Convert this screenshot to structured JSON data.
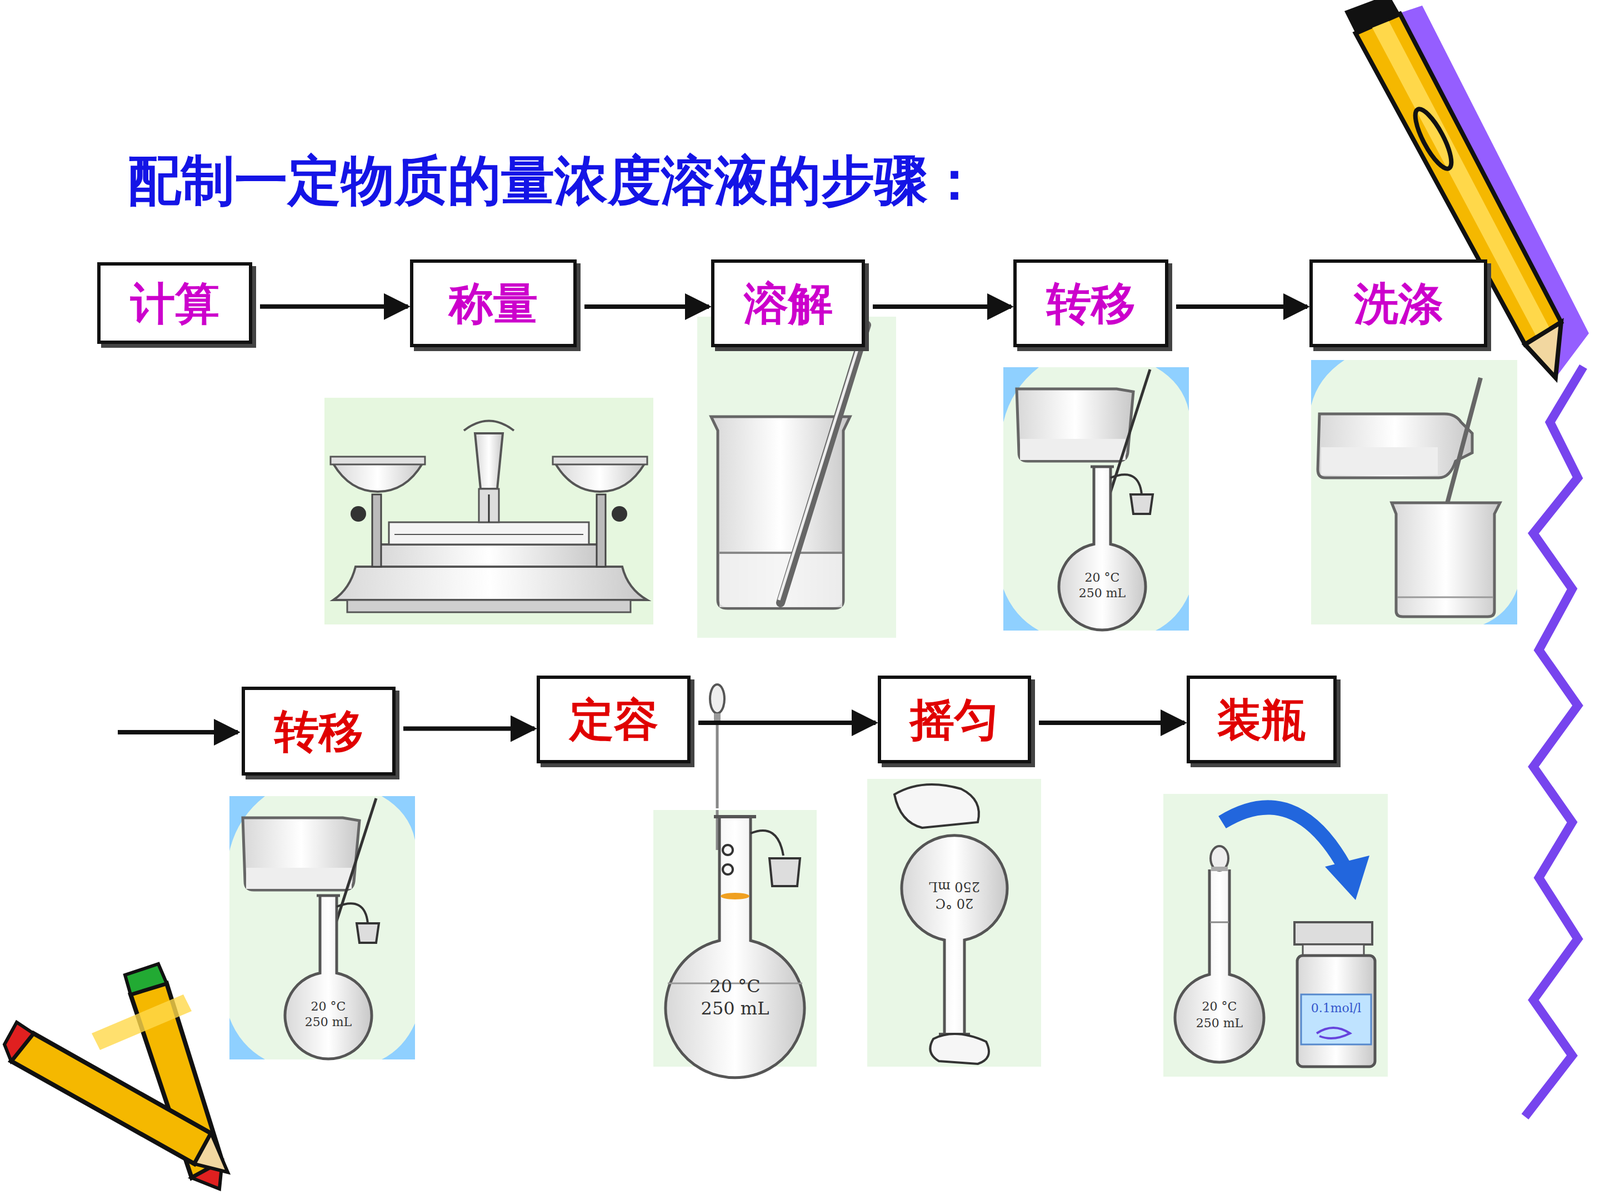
{
  "diagram": {
    "title": "配制一定物质的量浓度溶液的步骤：",
    "nodes": [
      {
        "text": [
          "计算"
        ]
      },
      {
        "text": [
          "称量"
        ]
      },
      {
        "text": [
          "溶解"
        ]
      },
      {
        "text": [
          "转移"
        ]
      },
      {
        "text": [
          "洗涤"
        ]
      },
      {
        "text": [
          "转移"
        ]
      },
      {
        "text": [
          "定容"
        ]
      },
      {
        "text": [
          "摇匀"
        ]
      },
      {
        "text": [
          "装瓶"
        ]
      }
    ],
    "edges": [
      {
        "from": 0,
        "to": 1,
        "arrow": "to"
      },
      {
        "from": 1,
        "to": 2,
        "arrow": "to"
      },
      {
        "from": 2,
        "to": 3,
        "arrow": "to"
      },
      {
        "from": 3,
        "to": 4,
        "arrow": "to"
      },
      {
        "from": 5,
        "to": 6,
        "arrow": "to"
      },
      {
        "from": 6,
        "to": 7,
        "arrow": "to"
      },
      {
        "from": 7,
        "to": 8,
        "arrow": "to"
      }
    ],
    "labels": [
      "20 °C",
      "250 mL",
      "20 °C",
      "250 mL",
      "20 °C",
      "250 mL",
      "20 °C",
      "250 mL",
      "20 °C",
      "250 mL",
      "0.1mol/l"
    ]
  }
}
